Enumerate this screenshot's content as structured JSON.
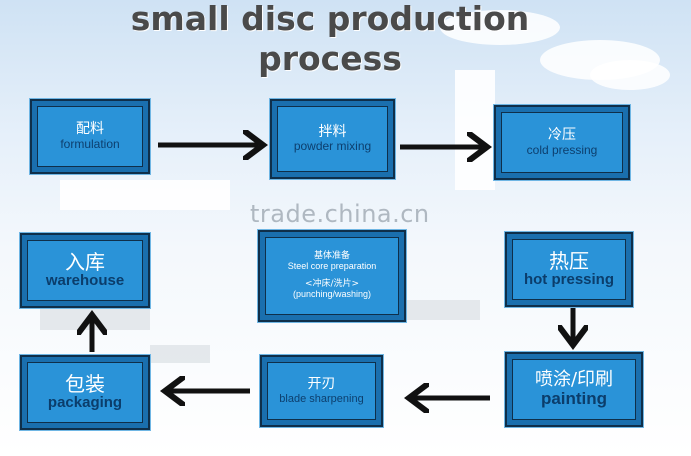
{
  "title": {
    "line1": "small disc production",
    "line2": "process"
  },
  "watermark": "trade.china.cn",
  "steps": {
    "formulation": {
      "cn": "配料",
      "en": "formulation"
    },
    "powder_mixing": {
      "cn": "拌料",
      "en": "powder mixing"
    },
    "cold_pressing": {
      "cn": "冷压",
      "en": "cold pressing"
    },
    "steel_core": {
      "cn": "基体准备",
      "en": "Steel core preparation",
      "cn2": "<冲床/洗片>",
      "en2": "(punching/washing)"
    },
    "hot_pressing": {
      "cn": "热压",
      "en": "hot pressing"
    },
    "warehouse": {
      "cn": "入库",
      "en": "warehouse"
    },
    "packaging": {
      "cn": "包装",
      "en": "packaging"
    },
    "blade_sharpening": {
      "cn": "开刃",
      "en": "blade sharpening"
    },
    "painting": {
      "cn": "喷涂/印刷",
      "en": "painting"
    }
  },
  "colors": {
    "box_fill": "#2a93d8",
    "box_border": "#0f2f4a",
    "arrow": "#111111"
  }
}
